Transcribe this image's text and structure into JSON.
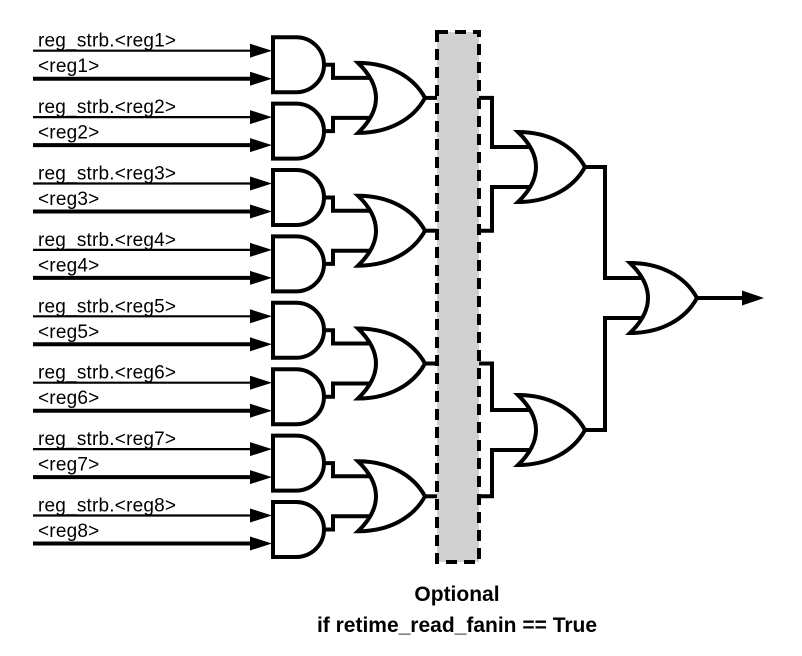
{
  "diagram": {
    "background": "#ffffff",
    "stroke_color": "#000000",
    "inputs": [
      {
        "strb": "reg_strb.<reg1>",
        "reg": "<reg1>"
      },
      {
        "strb": "reg_strb.<reg2>",
        "reg": "<reg2>"
      },
      {
        "strb": "reg_strb.<reg3>",
        "reg": "<reg3>"
      },
      {
        "strb": "reg_strb.<reg4>",
        "reg": "<reg4>"
      },
      {
        "strb": "reg_strb.<reg5>",
        "reg": "<reg5>"
      },
      {
        "strb": "reg_strb.<reg6>",
        "reg": "<reg6>"
      },
      {
        "strb": "reg_strb.<reg7>",
        "reg": "<reg7>"
      },
      {
        "strb": "reg_strb.<reg8>",
        "reg": "<reg8>"
      }
    ],
    "optional_box": {
      "fill": "#d0d0d0",
      "caption_line1": "Optional",
      "caption_line2": "if retime_read_fanin == True"
    }
  }
}
